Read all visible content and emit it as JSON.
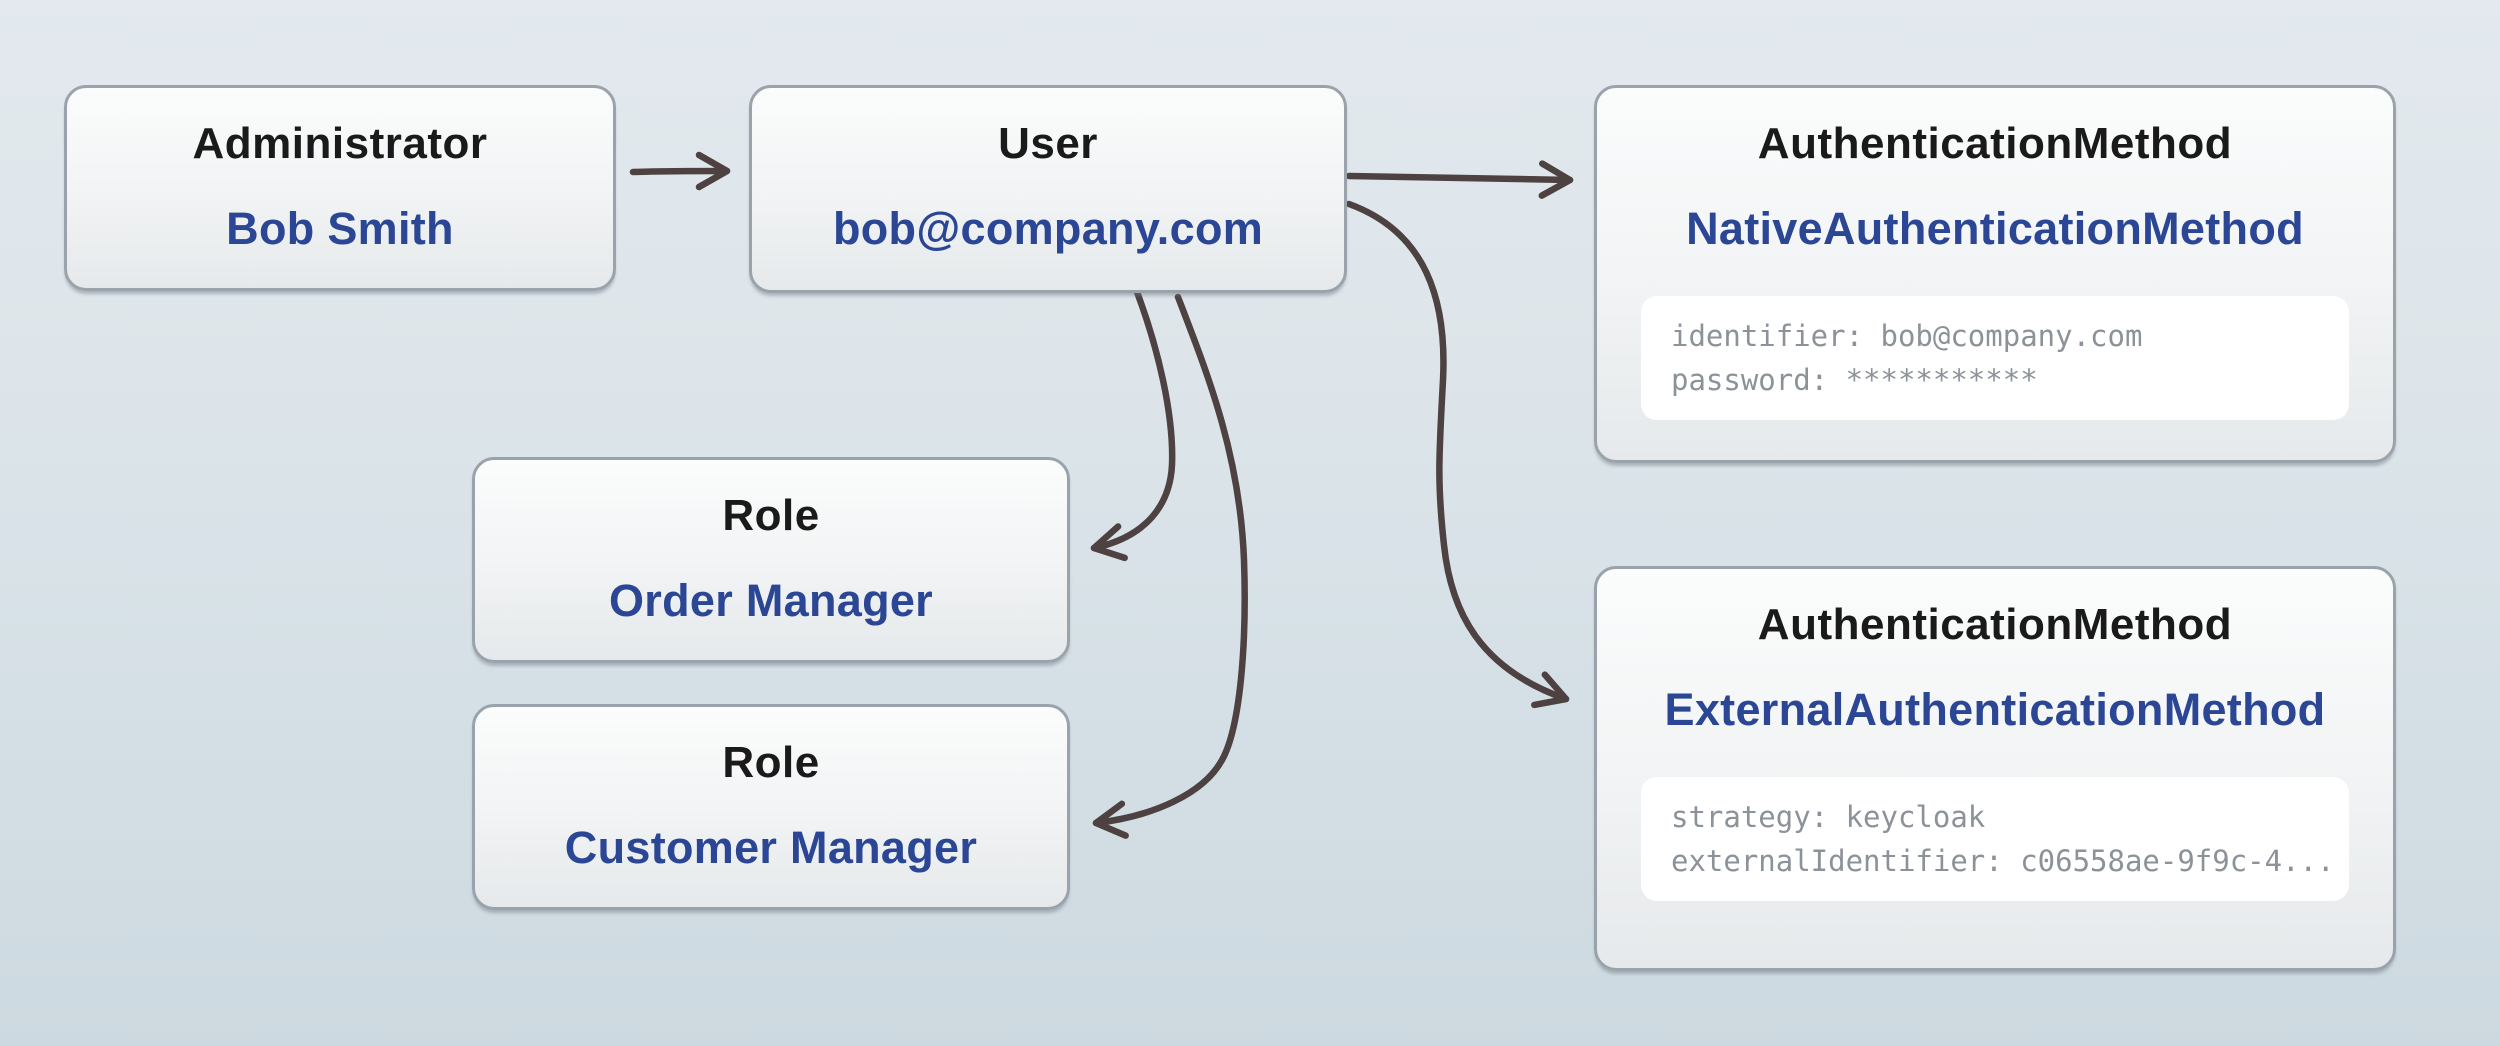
{
  "diagram": {
    "background_top_color": "#e3e9ee",
    "background_bottom_color": "#cdd9e0",
    "arrow_color": "#4d4141",
    "type_label_color": "#1a1a1a",
    "value_label_color": "#2a4694",
    "code_text_color": "#8c929a",
    "nodes": [
      {
        "id": "administrator",
        "type": "Administrator",
        "value": "Bob Smith"
      },
      {
        "id": "user",
        "type": "User",
        "value": "bob@company.com"
      },
      {
        "id": "native-authentication-method",
        "type": "AuthenticationMethod",
        "value": "NativeAuthenticationMethod",
        "lines": [
          "identifier: bob@company.com",
          "password: ***********"
        ]
      },
      {
        "id": "role-order-manager",
        "type": "Role",
        "value": "Order Manager"
      },
      {
        "id": "role-customer-manager",
        "type": "Role",
        "value": "Customer Manager"
      },
      {
        "id": "external-authentication-method",
        "type": "AuthenticationMethod",
        "value": "ExternalAuthenticationMethod",
        "lines": [
          "strategy: keycloak",
          "externalIdentifier: c06558ae-9f9c-4..."
        ]
      }
    ],
    "edges": [
      {
        "from": "administrator",
        "to": "user"
      },
      {
        "from": "user",
        "to": "native-authentication-method"
      },
      {
        "from": "user",
        "to": "role-order-manager"
      },
      {
        "from": "user",
        "to": "role-customer-manager"
      },
      {
        "from": "user",
        "to": "external-authentication-method"
      }
    ]
  }
}
